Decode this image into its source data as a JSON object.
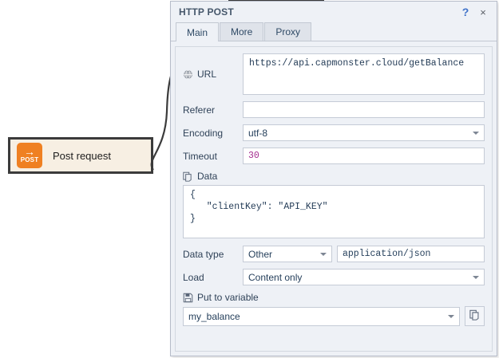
{
  "canvas": {
    "node": {
      "icon_name": "post-arrow-icon",
      "icon_badge": "POST",
      "icon_arrow": "→",
      "label": "Post request",
      "fill_color": "#f7efe3",
      "border_color": "#3b3b3b",
      "icon_color": "#ef8022"
    },
    "connector_name": "node-to-dialog-connector"
  },
  "dialog": {
    "title": "HTTP POST",
    "help_icon": "?",
    "close_icon": "×",
    "help_color": "#3f72c9",
    "tabs": [
      {
        "label": "Main",
        "active": true
      },
      {
        "label": "More",
        "active": false
      },
      {
        "label": "Proxy",
        "active": false
      }
    ],
    "fields": {
      "url": {
        "label": "URL",
        "icon": "globe-www-icon",
        "value": "https://api.capmonster.cloud/getBalance"
      },
      "referer": {
        "label": "Referer",
        "value": ""
      },
      "encoding": {
        "label": "Encoding",
        "value": "utf-8"
      },
      "timeout": {
        "label": "Timeout",
        "value": "30",
        "value_color": "#a32b8e"
      },
      "data": {
        "label": "Data",
        "icon": "copy-pages-icon",
        "value": "{\n   \"clientKey\": \"API_KEY\"\n}"
      },
      "data_type": {
        "label": "Data type",
        "value": "Other",
        "extra_value": "application/json"
      },
      "load": {
        "label": "Load",
        "value": "Content only"
      },
      "put_to_variable": {
        "label": "Put to variable",
        "icon": "save-floppy-icon",
        "value": "my_balance",
        "copy_button_icon": "copy-pages-icon"
      }
    }
  }
}
